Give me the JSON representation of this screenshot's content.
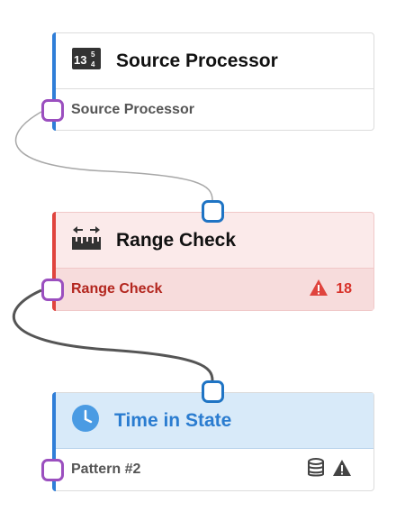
{
  "nodes": [
    {
      "title": "Source Processor",
      "icon": "number-block-icon",
      "icon_text": "13",
      "row_label": "Source Processor"
    },
    {
      "title": "Range Check",
      "icon": "range-ruler-icon",
      "row_label": "Range Check",
      "warning_count": "18"
    },
    {
      "title": "Time in State",
      "icon": "clock-icon",
      "row_label": "Pattern #2",
      "row_icons": [
        "database-icon",
        "warning-icon"
      ]
    }
  ],
  "colors": {
    "accent_blue": "#2f7ed8",
    "error_red": "#e0443e",
    "output_port": "#9b4fbf",
    "input_port": "#1f74c4"
  }
}
